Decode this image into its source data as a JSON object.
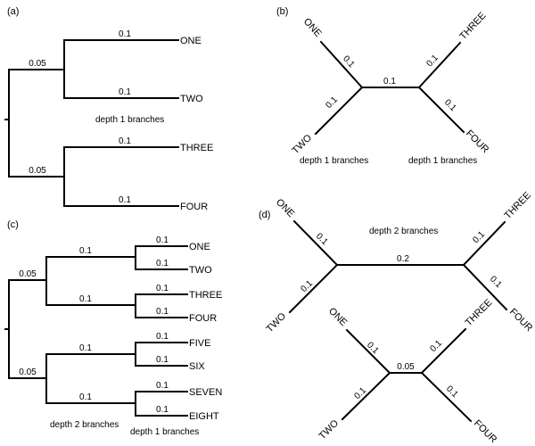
{
  "panels": {
    "a": {
      "label": "(a)",
      "caption": "depth 1 branches",
      "leaves": [
        "ONE",
        "TWO",
        "THREE",
        "FOUR"
      ],
      "branch_lengths": {
        "root_top": "0.05",
        "root_bottom": "0.05",
        "one": "0.1",
        "two": "0.1",
        "three": "0.1",
        "four": "0.1"
      }
    },
    "b": {
      "label": "(b)",
      "caption_left": "depth 1 branches",
      "caption_right": "depth 1 branches",
      "leaves": [
        "ONE",
        "TWO",
        "THREE",
        "FOUR"
      ],
      "branch_lengths": {
        "internal": "0.1",
        "one": "0.1",
        "two": "0.1",
        "three": "0.1",
        "four": "0.1"
      }
    },
    "c": {
      "label": "(c)",
      "caption_depth2": "depth 2 branches",
      "caption_depth1": "depth 1 branches",
      "leaves": [
        "ONE",
        "TWO",
        "THREE",
        "FOUR",
        "FIVE",
        "SIX",
        "SEVEN",
        "EIGHT"
      ],
      "branch_lengths": {
        "root_top": "0.05",
        "root_bottom": "0.05",
        "clade1": "0.1",
        "clade2": "0.1",
        "clade3": "0.1",
        "clade4": "0.1",
        "leaves": [
          "0.1",
          "0.1",
          "0.1",
          "0.1",
          "0.1",
          "0.1",
          "0.1",
          "0.1"
        ]
      }
    },
    "d": {
      "label": "(d)",
      "caption": "depth 2 branches",
      "upper": {
        "leaves": [
          "ONE",
          "TWO",
          "THREE",
          "FOUR"
        ],
        "internal": "0.2",
        "one": "0.1",
        "two": "0.1",
        "three": "0.1",
        "four": "0.1"
      },
      "lower": {
        "leaves": [
          "ONE",
          "TWO",
          "THREE",
          "FOUR"
        ],
        "internal": "0.05",
        "one": "0.1",
        "two": "0.1",
        "three": "0.1",
        "four": "0.1"
      }
    }
  }
}
